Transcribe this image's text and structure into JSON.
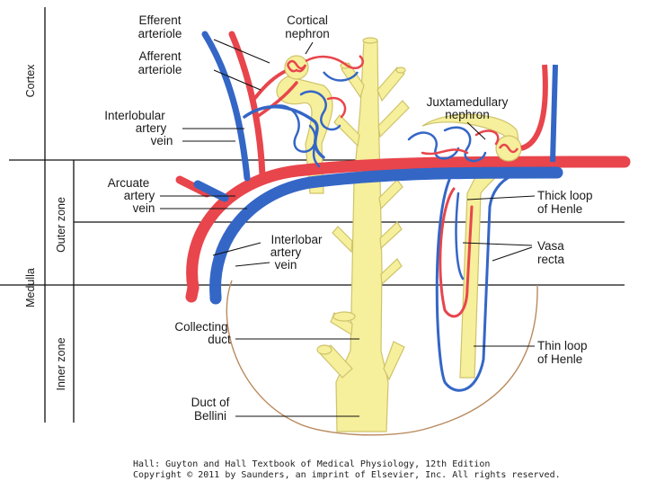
{
  "colors": {
    "artery": "#e8454c",
    "artery_dark": "#b8242c",
    "vein": "#3466c6",
    "vein_dark": "#1d3f8a",
    "duct": "#f6ef9c",
    "duct_edge": "#cfc36a",
    "medulla_outline": "#b98a5e",
    "lines": "#111111"
  },
  "zones": {
    "cortex": "Cortex",
    "medulla": "Medulla",
    "outer_zone": "Outer zone",
    "inner_zone": "Inner zone"
  },
  "labels": {
    "efferent_1": "Efferent",
    "efferent_2": "arteriole",
    "afferent_1": "Afferent",
    "afferent_2": "arteriole",
    "cortical_1": "Cortical",
    "cortical_2": "nephron",
    "interlobular_1": "Interlobular",
    "interlobular_2": "artery",
    "interlobular_3": "vein",
    "juxta_1": "Juxtamedullary",
    "juxta_2": "nephron",
    "arcuate_1": "Arcuate",
    "arcuate_2": "artery",
    "arcuate_3": "vein",
    "thick_1": "Thick loop",
    "thick_2": "of Henle",
    "interlobar_1": "Interlobar",
    "interlobar_2": "artery",
    "interlobar_3": "vein",
    "vasa_1": "Vasa",
    "vasa_2": "recta",
    "collecting_1": "Collecting",
    "collecting_2": "duct",
    "thin_1": "Thin loop",
    "thin_2": "of Henle",
    "bellini_1": "Duct of",
    "bellini_2": "Bellini"
  },
  "credit": {
    "line1": "Hall: Guyton and Hall Textbook of Medical Physiology, 12th Edition",
    "line2": "Copyright © 2011 by Saunders, an imprint of Elsevier, Inc. All rights reserved."
  }
}
